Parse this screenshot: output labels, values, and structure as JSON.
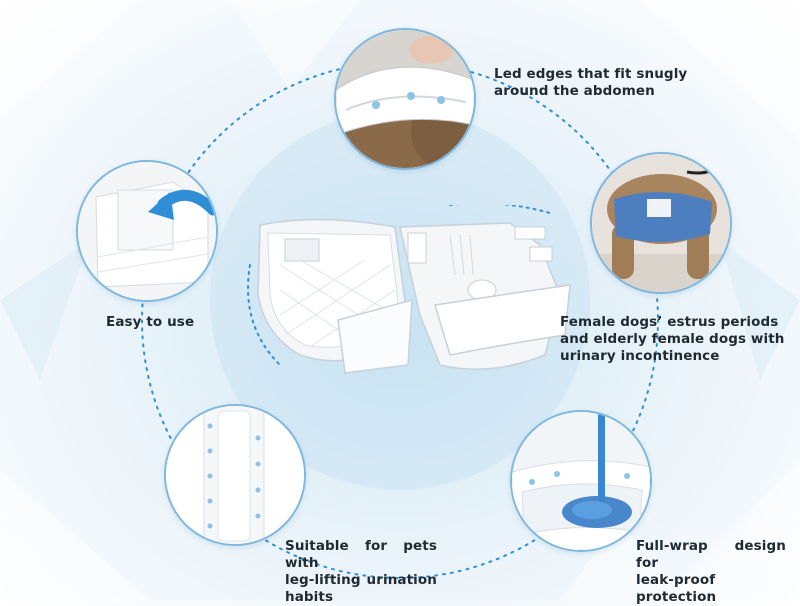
{
  "features": {
    "abdomen_fit": {
      "lines": [
        "Led edges that fit snugly",
        "around the abdomen"
      ]
    },
    "easy_to_use": {
      "lines": [
        "Easy to use"
      ]
    },
    "female_dogs": {
      "lines": [
        "Female dogs’ estrus periods",
        "and elderly female dogs with",
        "urinary incontinence"
      ]
    },
    "leg_lifting": {
      "lines": [
        "Suitable for pets with",
        "leg-lifting   urination",
        "habits"
      ]
    },
    "full_wrap": {
      "lines": [
        "Full-wrap  design  for",
        "leak-proof protection"
      ]
    }
  },
  "colors": {
    "accent_blue": "#2f8fd6",
    "ring_border": "#7fb8de",
    "text": "#1f2a33"
  },
  "icons": [
    "curved-arrow-icon"
  ]
}
